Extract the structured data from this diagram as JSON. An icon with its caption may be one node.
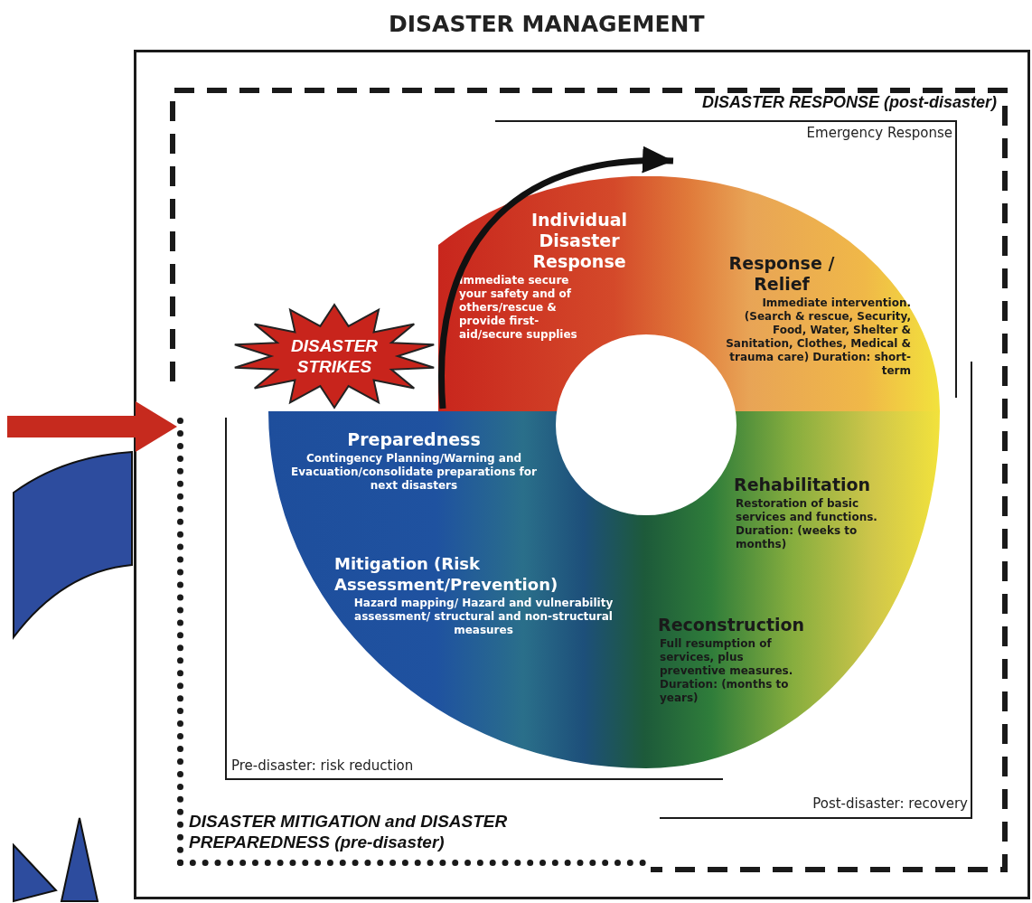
{
  "diagram": {
    "title": "DISASTER MANAGEMENT",
    "nodes": [
      {
        "text": [],
        "shape": "box"
      },
      {
        "text": [
          "DISASTER RESPONSE (post-disaster)"
        ],
        "in": 0
      },
      {
        "text": [
          "DISASTER MITIGATION and DISASTER PREPAREDNESS (pre-disaster)"
        ],
        "in": 1
      },
      {
        "text": [
          "Emergency Response"
        ],
        "in": 1
      },
      {
        "text": [
          "Post-disaster: recovery"
        ],
        "in": 1
      },
      {
        "text": [
          "Pre-disaster: risk reduction"
        ],
        "in": 2
      },
      {
        "text": [
          "DISASTER STRIKES"
        ],
        "in": 1
      },
      {
        "text": [
          "Individual Disaster Response",
          "Immediate secure your safety and of others/rescue & provide first-aid/secure supplies"
        ],
        "in": 1
      },
      {
        "text": [
          "Response / Relief",
          "Immediate intervention. (Search & rescue, Security, Food, Water, Shelter & Sanitation, Clothes, Medical & trauma care) Duration: short-term"
        ],
        "in": 1
      },
      {
        "text": [
          "Preparedness",
          "Contingency Planning/Warning and Evacuation/consolidate preparations for next disasters"
        ],
        "in": 2
      },
      {
        "text": [
          "Rehabilitation",
          "Restoration of basic services and functions. Duration: (weeks to months)"
        ],
        "in": 1
      },
      {
        "text": [
          "Mitigation (Risk Assessment/Prevention)",
          "Hazard mapping/ Hazard and vulnerability assessment/ structural and non-structural measures"
        ],
        "in": 2
      },
      {
        "text": [
          "Reconstruction",
          "Full resumption of services, plus preventive measures. Duration: (months to years)"
        ],
        "in": 1
      }
    ],
    "edges": [
      {
        "from": null,
        "to": 2,
        "arrow": "to"
      }
    ]
  }
}
